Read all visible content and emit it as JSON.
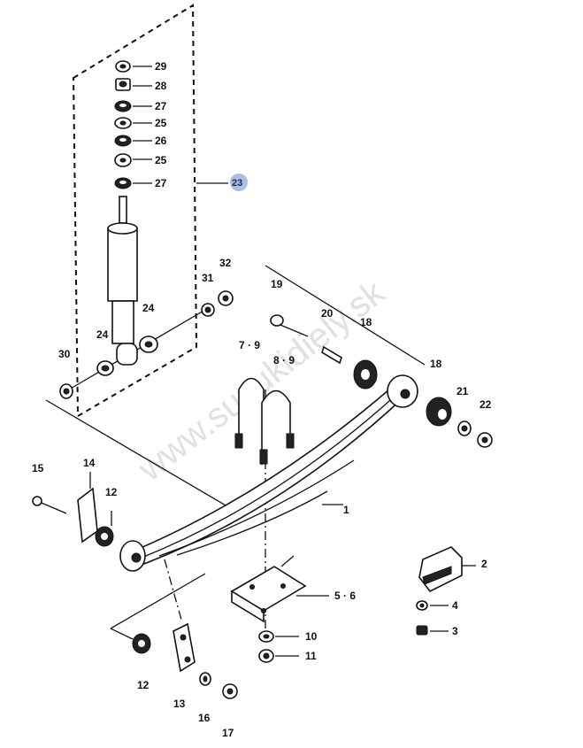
{
  "watermark": "www.suzukidiely.sk",
  "highlight_color": "#a9bfe6",
  "callouts": [
    {
      "id": "29",
      "text": "29"
    },
    {
      "id": "28",
      "text": "28"
    },
    {
      "id": "27a",
      "text": "27"
    },
    {
      "id": "25a",
      "text": "25"
    },
    {
      "id": "26",
      "text": "26"
    },
    {
      "id": "25b",
      "text": "25"
    },
    {
      "id": "27b",
      "text": "27"
    },
    {
      "id": "23",
      "text": "23"
    },
    {
      "id": "24a",
      "text": "24"
    },
    {
      "id": "24b",
      "text": "24"
    },
    {
      "id": "30",
      "text": "30"
    },
    {
      "id": "31",
      "text": "31"
    },
    {
      "id": "32",
      "text": "32"
    },
    {
      "id": "19",
      "text": "19"
    },
    {
      "id": "20",
      "text": "20"
    },
    {
      "id": "18a",
      "text": "18"
    },
    {
      "id": "18b",
      "text": "18"
    },
    {
      "id": "21",
      "text": "21"
    },
    {
      "id": "22",
      "text": "22"
    },
    {
      "id": "79",
      "text": "7 · 9"
    },
    {
      "id": "89",
      "text": "8 · 9"
    },
    {
      "id": "1",
      "text": "1"
    },
    {
      "id": "15",
      "text": "15"
    },
    {
      "id": "14",
      "text": "14"
    },
    {
      "id": "12a",
      "text": "12"
    },
    {
      "id": "2",
      "text": "2"
    },
    {
      "id": "4",
      "text": "4"
    },
    {
      "id": "3",
      "text": "3"
    },
    {
      "id": "56",
      "text": "5 · 6"
    },
    {
      "id": "10",
      "text": "10"
    },
    {
      "id": "11",
      "text": "11"
    },
    {
      "id": "12b",
      "text": "12"
    },
    {
      "id": "13",
      "text": "13"
    },
    {
      "id": "16",
      "text": "16"
    },
    {
      "id": "17",
      "text": "17"
    }
  ]
}
